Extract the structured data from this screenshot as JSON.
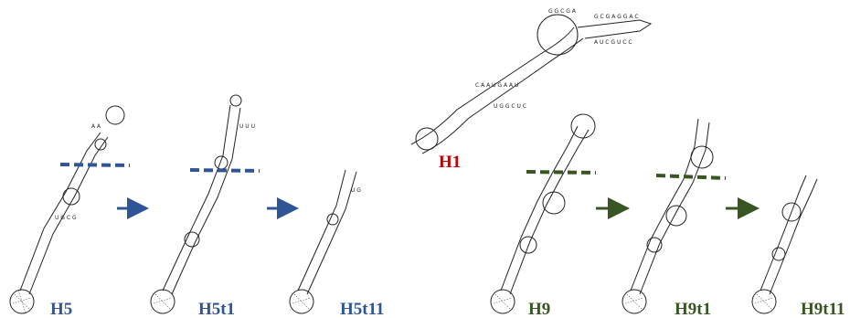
{
  "colors": {
    "blue": "#2f5597",
    "green": "#375623",
    "red": "#c00000",
    "ink": "#222222"
  },
  "labels": {
    "h1": "H1",
    "h5": "H5",
    "h5t1": "H5t1",
    "h5t11": "H5t11",
    "h9": "H9",
    "h9t1": "H9t1",
    "h9t11": "H9t11"
  }
}
